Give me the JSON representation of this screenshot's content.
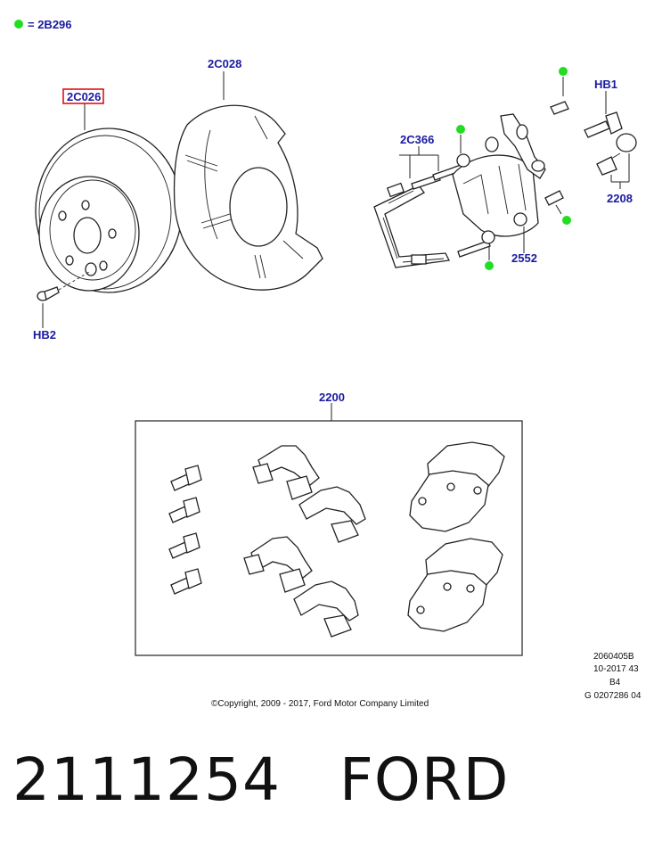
{
  "legend": {
    "text": "= 2B296",
    "dot_color": "#22dd22"
  },
  "callouts": {
    "c2C028": "2C028",
    "c2C026": "2C026",
    "c2C366": "2C366",
    "cHB1": "HB1",
    "c2208": "2208",
    "c2552": "2552",
    "cHB2": "HB2",
    "c2200": "2200"
  },
  "highlight_color": "#dd0000",
  "callout_color": "#1a1aa0",
  "meta": {
    "line1": "2060405B",
    "line2": "10-2017 43",
    "line3": "B4",
    "line4": "G 0207286 04"
  },
  "copyright": "©Copyright, 2009 - 2017, Ford Motor Company Limited",
  "footer": {
    "part_number": "2111254",
    "brand": "FORD"
  }
}
